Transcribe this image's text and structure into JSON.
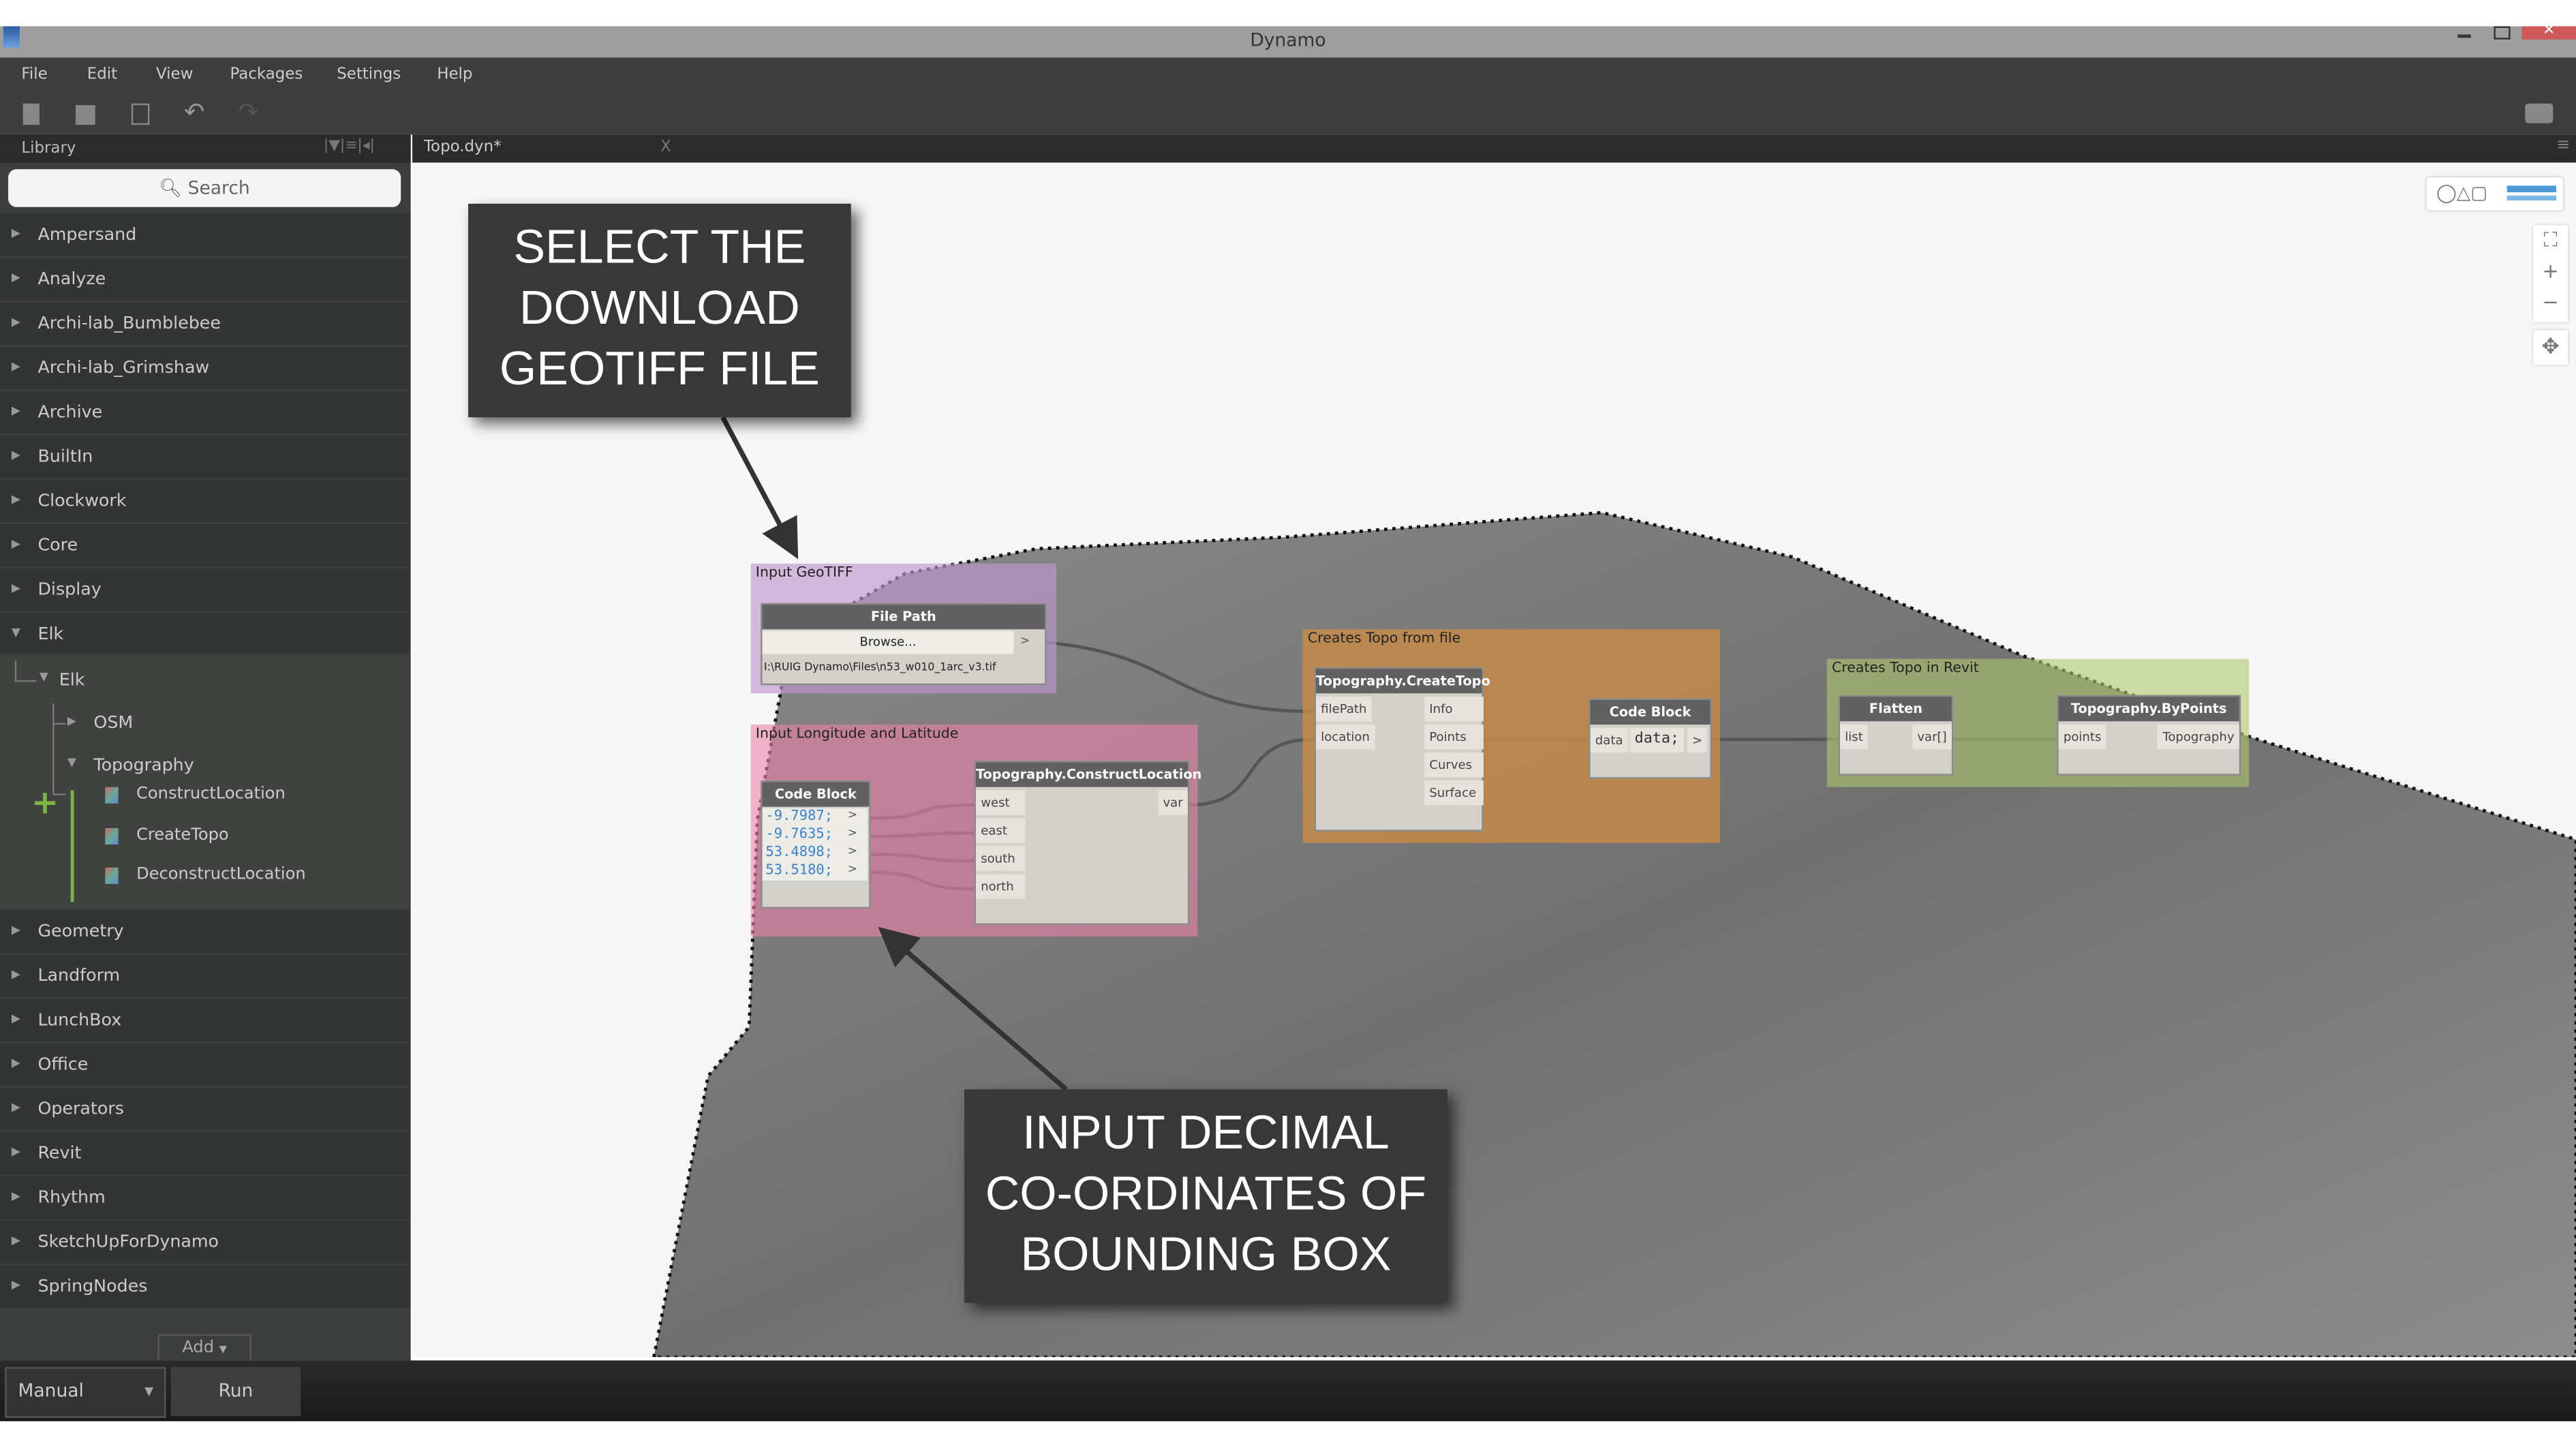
{
  "window": {
    "title": "Dynamo"
  },
  "menu": [
    "File",
    "Edit",
    "View",
    "Packages",
    "Settings",
    "Help"
  ],
  "library": {
    "title": "Library",
    "search_placeholder": "Search",
    "categories_top": [
      "Ampersand",
      "Analyze",
      "Archi-lab_Bumblebee",
      "Archi-lab_Grimshaw",
      "Archive",
      "BuiltIn",
      "Clockwork",
      "Core",
      "Display",
      "Elk"
    ],
    "elk_tree": {
      "root": "Elk",
      "children": [
        "OSM",
        "Topography"
      ],
      "topography_items": [
        "ConstructLocation",
        "CreateTopo",
        "DeconstructLocation"
      ]
    },
    "categories_bottom": [
      "Geometry",
      "Landform",
      "LunchBox",
      "Office",
      "Operators",
      "Revit",
      "Rhythm",
      "SketchUpForDynamo",
      "SpringNodes"
    ],
    "add_label": "Add"
  },
  "tab": {
    "name": "Topo.dyn*",
    "close": "X"
  },
  "run": {
    "mode": "Manual",
    "run_label": "Run"
  },
  "groups": {
    "geotiff": "Input GeoTIFF",
    "lonlat": "Input Longitude and Latitude",
    "fromfile": "Creates Topo from file",
    "revit": "Creates Topo in Revit"
  },
  "nodes": {
    "filepath": {
      "title": "File Path",
      "button": "Browse...",
      "out": ">",
      "value": "I:\\RUIG Dynamo\\Files\\n53_w010_1arc_v3.tif"
    },
    "codeblock1": {
      "title": "Code Block",
      "lines": [
        "-9.7987;",
        "-9.7635;",
        "53.4898;",
        "53.5180;"
      ],
      "out": ">"
    },
    "constructlocation": {
      "title": "Topography.ConstructLocation",
      "inputs": [
        "west",
        "east",
        "south",
        "north"
      ],
      "output": "var"
    },
    "createtopo": {
      "title": "Topography.CreateTopo",
      "inputs": [
        "filePath",
        "location"
      ],
      "outputs": [
        "Info",
        "Points",
        "Curves",
        "Surface"
      ]
    },
    "codeblock2": {
      "title": "Code Block",
      "input": "data",
      "code": "data;",
      "out": ">"
    },
    "flatten": {
      "title": "Flatten",
      "input": "list",
      "output": "var[]"
    },
    "bypoints": {
      "title": "Topography.ByPoints",
      "input": "points",
      "output": "Topography"
    }
  },
  "annotations": {
    "a1": [
      "SELECT THE",
      "DOWNLOAD",
      "GEOTIFF FILE"
    ],
    "a2": [
      "INPUT DECIMAL",
      "CO-ORDINATES OF",
      "BOUNDING BOX"
    ]
  },
  "colors": {
    "accent": "#3a82c8",
    "add_plus": "#7cb342",
    "close": "#d05a5a"
  }
}
